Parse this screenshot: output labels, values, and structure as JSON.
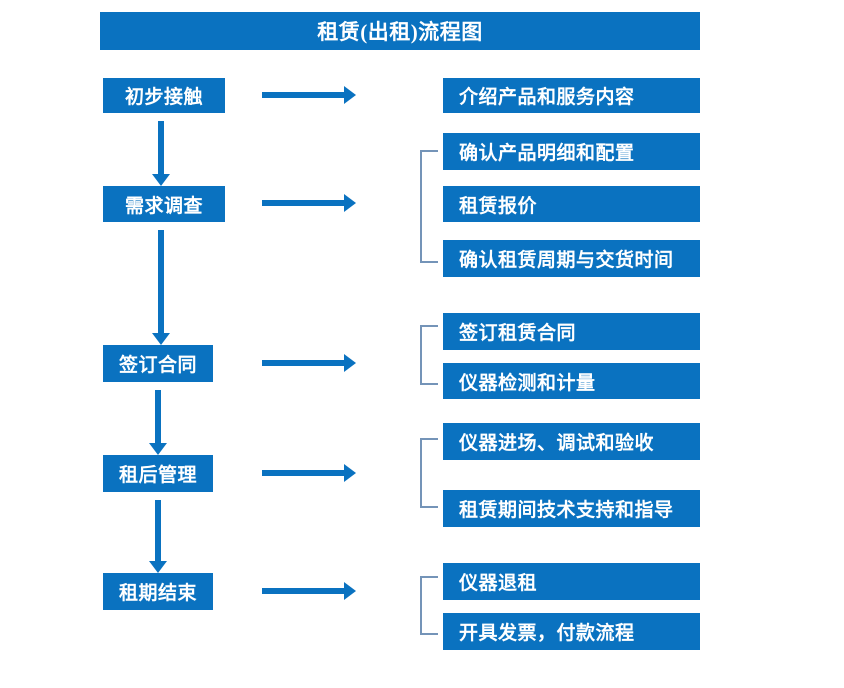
{
  "diagram": {
    "title": "租赁(出租)流程图",
    "accent_color": "#0a72c0",
    "bracket_color": "#7494b8",
    "text_color": "#ffffff",
    "background_color": "#ffffff"
  },
  "stages": [
    {
      "label": "初步接触"
    },
    {
      "label": "需求调查"
    },
    {
      "label": "签订合同"
    },
    {
      "label": "租后管理"
    },
    {
      "label": "租期结束"
    }
  ],
  "details": [
    {
      "label": "介绍产品和服务内容"
    },
    {
      "label": "确认产品明细和配置"
    },
    {
      "label": "租赁报价"
    },
    {
      "label": "确认租赁周期与交货时间"
    },
    {
      "label": "签订租赁合同"
    },
    {
      "label": "仪器检测和计量"
    },
    {
      "label": "仪器进场、调试和验收"
    },
    {
      "label": "租赁期间技术支持和指导"
    },
    {
      "label": "仪器退租"
    },
    {
      "label": "开具发票，付款流程"
    }
  ]
}
